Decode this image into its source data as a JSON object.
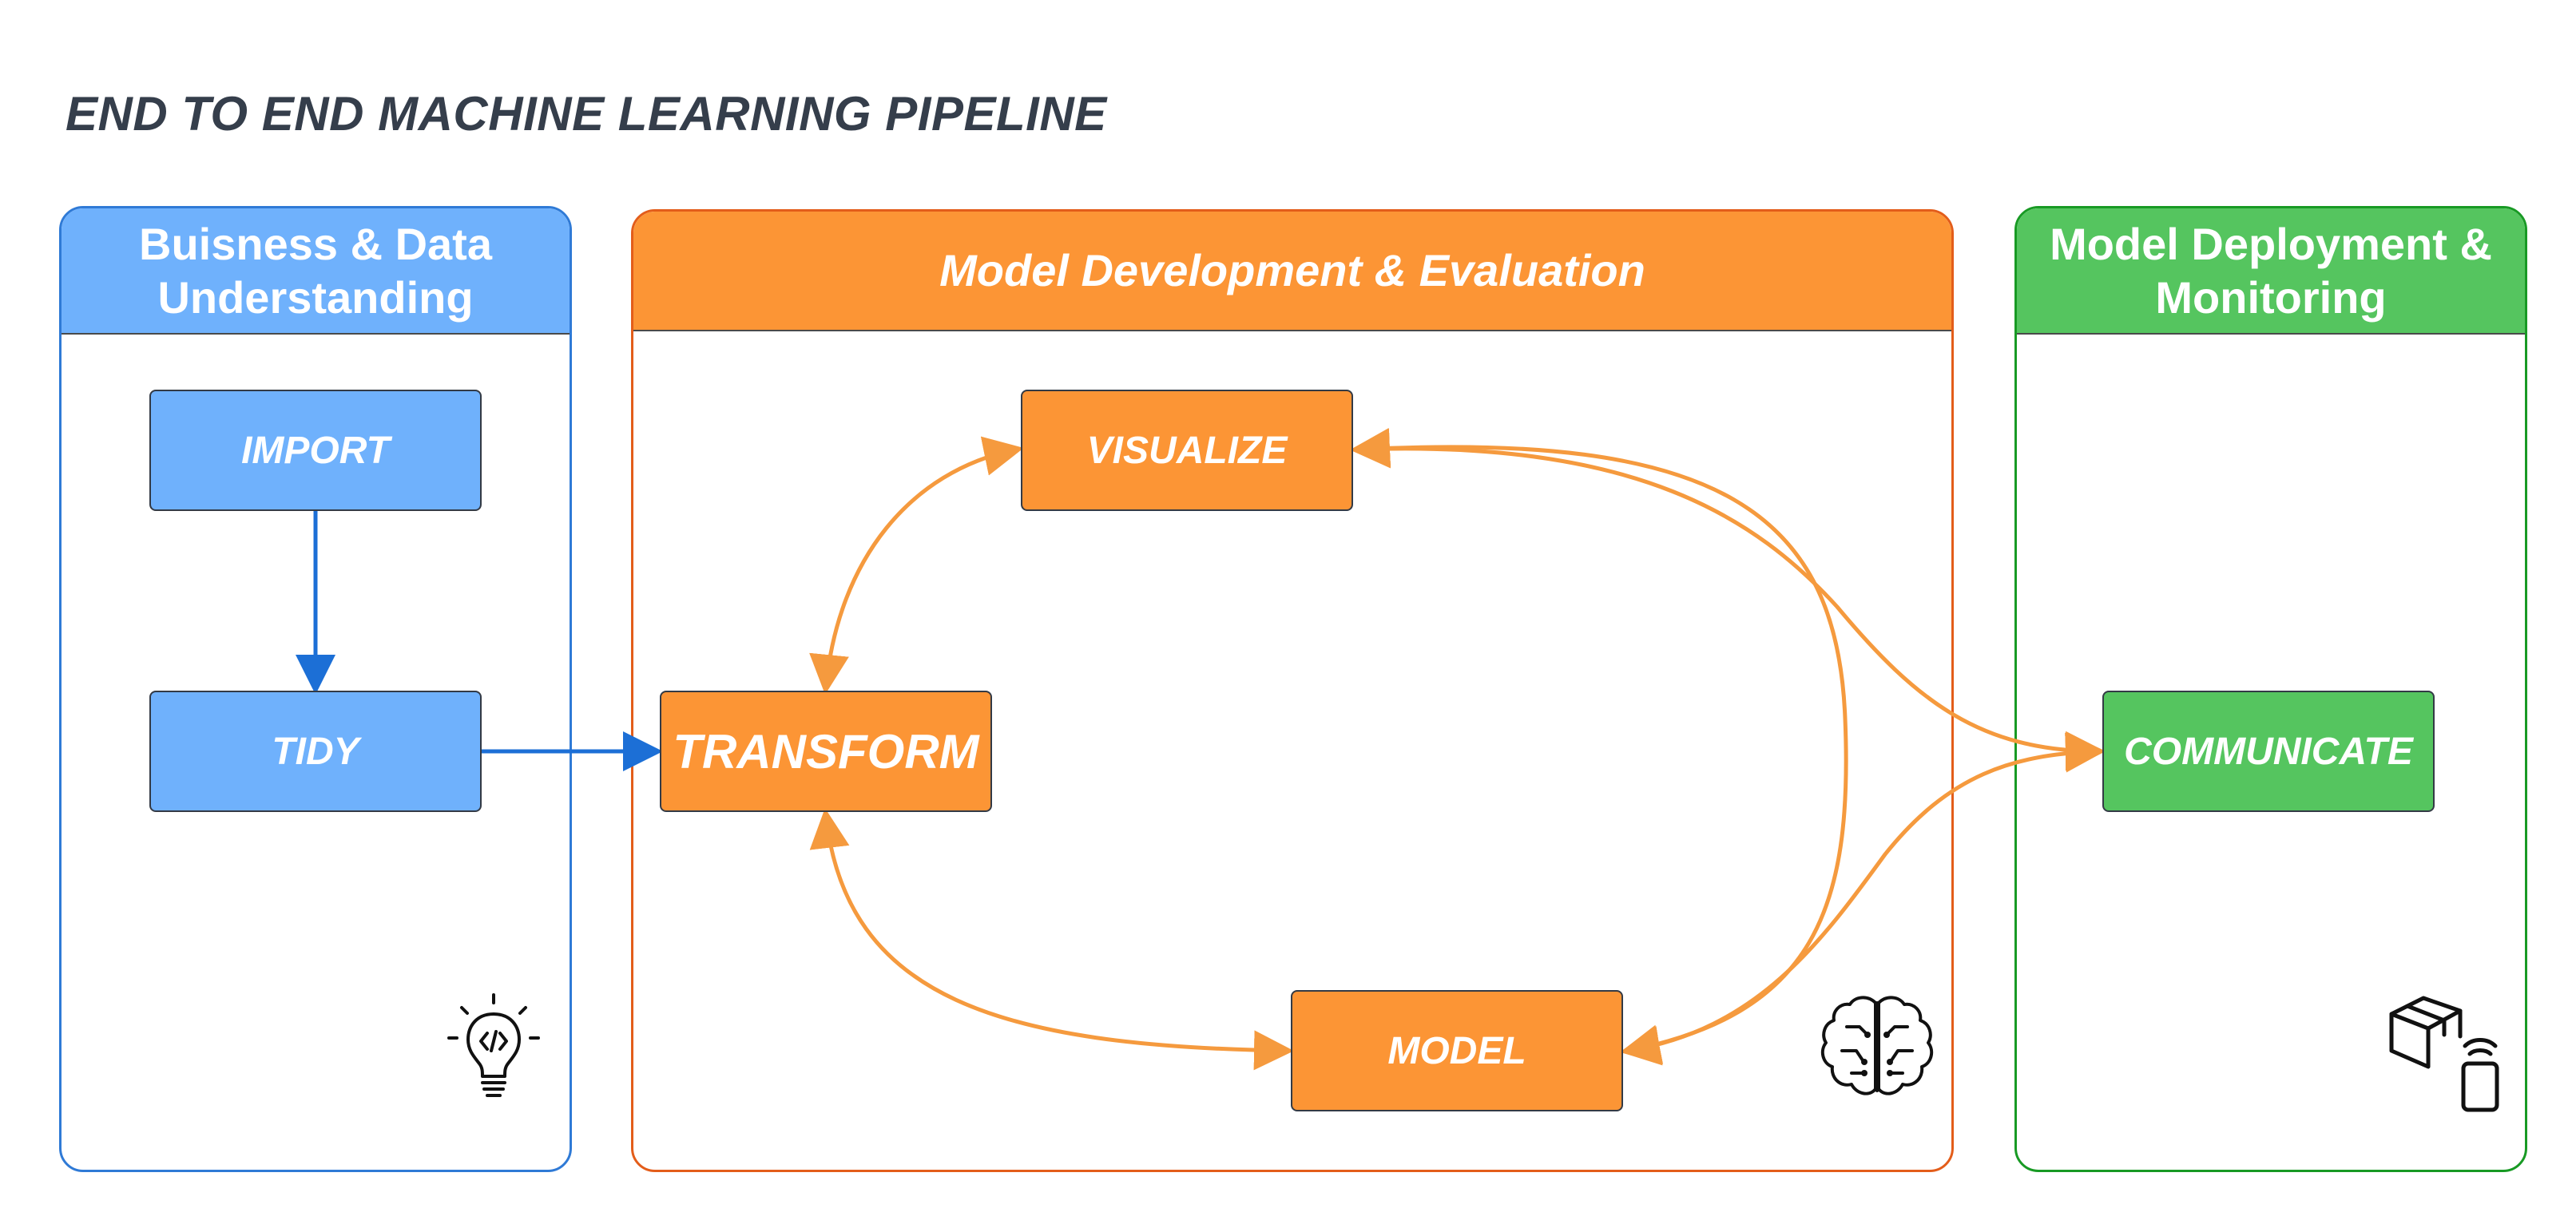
{
  "title": "END TO END MACHINE LEARNING PIPELINE",
  "lanes": {
    "business": {
      "header": "Buisness & Data Understanding",
      "color": "#6fb1fc"
    },
    "development": {
      "header": "Model Development & Evaluation",
      "color": "#fc9535"
    },
    "deployment": {
      "header": "Model Deployment & Monitoring",
      "color": "#55c55f"
    }
  },
  "nodes": {
    "import": "IMPORT",
    "tidy": "TIDY",
    "visualize": "VISUALIZE",
    "transform": "TRANSFORM",
    "model": "MODEL",
    "communicate": "COMMUNICATE"
  },
  "edges": [
    {
      "from": "IMPORT",
      "to": "TIDY"
    },
    {
      "from": "TIDY",
      "to": "TRANSFORM"
    },
    {
      "from": "TRANSFORM",
      "to": "VISUALIZE",
      "bidirectional": true
    },
    {
      "from": "TRANSFORM",
      "to": "MODEL",
      "bidirectional": true
    },
    {
      "from": "VISUALIZE",
      "to": "MODEL",
      "bidirectional": true
    },
    {
      "from": "COMMUNICATE",
      "to": "VISUALIZE",
      "bidirectional": true
    },
    {
      "from": "COMMUNICATE",
      "to": "MODEL",
      "bidirectional": true
    }
  ],
  "icons": {
    "business": "lightbulb-code-icon",
    "development": "brain-circuit-icon",
    "deployment": "package-phone-icon"
  },
  "colors": {
    "blue_arrow": "#1c6fd6",
    "orange_arrow": "#f59a3e",
    "title_text": "#353e4b"
  }
}
